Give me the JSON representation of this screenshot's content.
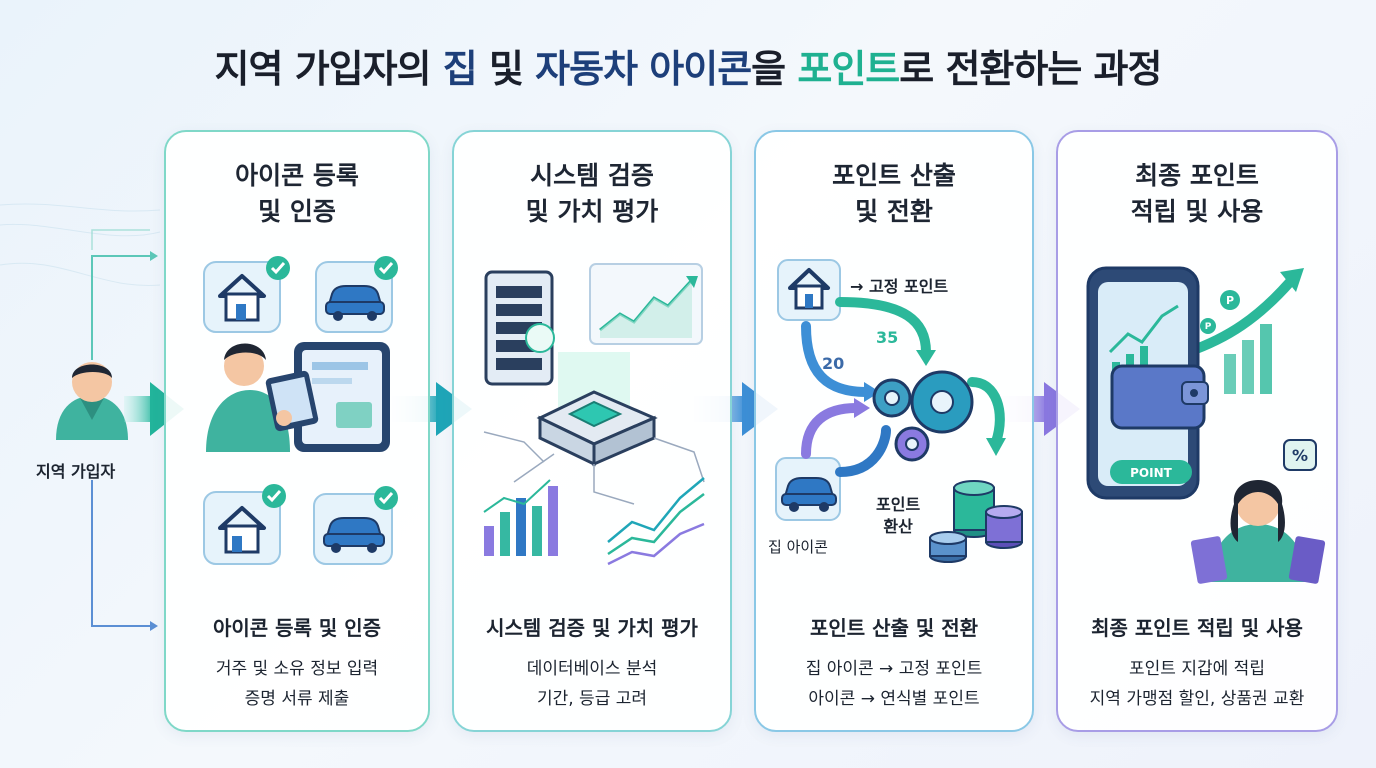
{
  "title": {
    "part1": "지역 가입자의 ",
    "part2": "집",
    "part3": " 및 ",
    "part4": "자동차 아이콘",
    "part5": "을 ",
    "part6": "포인트",
    "part7": "로 전환하는 과정"
  },
  "subscriber": {
    "label": "지역 가입자"
  },
  "steps": [
    {
      "head_line1": "아이콘 등록",
      "head_line2": "및 인증",
      "foot_title": "아이콘 등록 및 인증",
      "foot_line1": "거주 및 소유 정보 입력",
      "foot_line2": "증명 서류 제출"
    },
    {
      "head_line1": "시스템 검증",
      "head_line2": "및 가치 평가",
      "foot_title": "시스템 검증 및 가치 평가",
      "foot_line1": "데이터베이스 분석",
      "foot_line2": "기간, 등급 고려"
    },
    {
      "head_line1": "포인트 산출",
      "head_line2": "및 전환",
      "foot_title": "포인트 산출 및 전환",
      "foot_line1": "집 아이콘 → 고정 포인트",
      "foot_line2": "아이콘 → 연식별 포인트",
      "fixed_point_label": "→ 고정 포인트",
      "value_35": "35",
      "value_20": "20",
      "conversion_line1": "포인트",
      "conversion_line2": "환산",
      "house_icon_label": "집 아이콘"
    },
    {
      "head_line1": "최종 포인트",
      "head_line2": "적립 및 사용",
      "foot_title": "최종 포인트 적립 및 사용",
      "foot_line1": "포인트 지갑에 적립",
      "foot_line2": "지역 가맹점 할인, 상품권 교환",
      "wallet_label": "POINT",
      "coin_symbol": "P",
      "percent_symbol": "%"
    }
  ],
  "colors": {
    "teal": "#1fb191",
    "navy": "#1d3f7a",
    "blue": "#3b82c4",
    "purple": "#8b7ae0",
    "check": "#2bb89a"
  }
}
